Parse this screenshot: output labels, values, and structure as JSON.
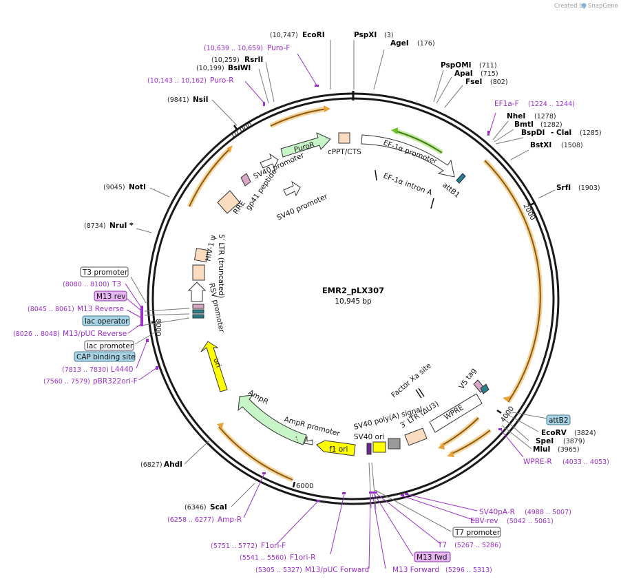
{
  "header": {
    "credit": "Created by",
    "brand": "SnapGene"
  },
  "plasmid": {
    "name": "EMR2_pLX307",
    "size": "10,945 bp"
  },
  "ticks": [
    "2000",
    "4000",
    "6000",
    "8000",
    "10,000"
  ],
  "sites": [
    {
      "id": "ecori-top",
      "name": "EcoRI",
      "pos": "(10,747)"
    },
    {
      "id": "pspxi",
      "name": "PspXI",
      "pos": "(3)"
    },
    {
      "id": "agei",
      "name": "AgeI",
      "pos": "(176)"
    },
    {
      "id": "pspomi",
      "name": "PspOMI",
      "pos": "(711)"
    },
    {
      "id": "apai",
      "name": "ApaI",
      "pos": "(715)"
    },
    {
      "id": "fsei",
      "name": "FseI",
      "pos": "(802)"
    },
    {
      "id": "nhei",
      "name": "NheI",
      "pos": "(1278)"
    },
    {
      "id": "bmti",
      "name": "BmtI",
      "pos": "(1282)"
    },
    {
      "id": "bspdi",
      "name": "BspDI",
      "extra": "- ClaI",
      "pos": "(1285)"
    },
    {
      "id": "bstxi",
      "name": "BstXI",
      "pos": "(1508)"
    },
    {
      "id": "srfi",
      "name": "SrfI",
      "pos": "(1903)"
    },
    {
      "id": "ecorv",
      "name": "EcoRV",
      "pos": "(3824)"
    },
    {
      "id": "spei",
      "name": "SpeI",
      "pos": "(3879)"
    },
    {
      "id": "mlui",
      "name": "MluI",
      "pos": "(3965)"
    },
    {
      "id": "scai",
      "name": "ScaI",
      "pos": "(6346)"
    },
    {
      "id": "ahdi",
      "name": "AhdI",
      "pos": "(6827)"
    },
    {
      "id": "nrui",
      "name": "NruI *",
      "pos": "(8734)"
    },
    {
      "id": "noti",
      "name": "NotI",
      "pos": "(9045)"
    },
    {
      "id": "nsii",
      "name": "NsiI",
      "pos": "(9841)"
    },
    {
      "id": "bsiwi",
      "name": "BsiWI",
      "pos": "(10,199)"
    },
    {
      "id": "rsrii",
      "name": "RsrII",
      "pos": "(10,259)"
    }
  ],
  "primers": [
    {
      "id": "puro-f",
      "name": "Puro-F",
      "pos": "(10,639 .. 10,659)"
    },
    {
      "id": "puro-r",
      "name": "Puro-R",
      "pos": "(10,143 .. 10,162)"
    },
    {
      "id": "ef1a-f",
      "name": "EF1a-F",
      "pos": "(1224 .. 1244)"
    },
    {
      "id": "wpre-r",
      "name": "WPRE-R",
      "pos": "(4033 .. 4053)"
    },
    {
      "id": "sv40pa-r",
      "name": "SV40pA-R",
      "pos": "(4988 .. 5007)"
    },
    {
      "id": "ebv-rev",
      "name": "EBV-rev",
      "pos": "(5042 .. 5061)"
    },
    {
      "id": "t7",
      "name": "T7",
      "pos": "(5267 .. 5286)"
    },
    {
      "id": "m13-forward",
      "name": "M13 Forward",
      "pos": "(5296 .. 5313)"
    },
    {
      "id": "m13puc-forward",
      "name": "M13/pUC Forward",
      "pos": "(5305 .. 5327)"
    },
    {
      "id": "f1ori-r",
      "name": "F1ori-R",
      "pos": "(5541 .. 5560)"
    },
    {
      "id": "f1ori-f",
      "name": "F1ori-F",
      "pos": "(5751 .. 5772)"
    },
    {
      "id": "amp-r",
      "name": "Amp-R",
      "pos": "(6258 .. 6277)"
    },
    {
      "id": "pbr322ori-f",
      "name": "pBR322ori-F",
      "pos": "(7560 .. 7579)"
    },
    {
      "id": "l4440",
      "name": "L4440",
      "pos": "(7813 .. 7830)"
    },
    {
      "id": "m13puc-reverse",
      "name": "M13/pUC Reverse",
      "pos": "(8026 .. 8048)"
    },
    {
      "id": "m13-reverse",
      "name": "M13 Reverse",
      "pos": "(8045 .. 8061)"
    },
    {
      "id": "t3",
      "name": "T3",
      "pos": "(8080 .. 8100)"
    }
  ],
  "boxes": {
    "attb2": "attB2",
    "t7promoter": "T7 promoter",
    "m13fwd": "M13 fwd",
    "t3promoter": "T3 promoter",
    "m13rev": "M13 rev",
    "lacoperator": "lac operator",
    "lacpromoter": "lac promoter",
    "cap": "CAP binding site"
  },
  "features": {
    "puror": "PuroR",
    "cppt": "cPPT/CTS",
    "ef1a_promoter": "EF-1α promoter",
    "sv40_promoter_1": "SV40 promoter",
    "sv40_promoter_2": "SV40 promoter",
    "ef1a_intron": "EF-1α intron A",
    "attb1": "attB1",
    "gp41": "gp41 peptide",
    "rre": "RRE",
    "hiv_psi": "HIV-1 ψ",
    "ltr5": "5′ LTR (truncated)",
    "rsv": "RSV promoter",
    "ori": "ori",
    "ampr": "AmpR",
    "ampr_promoter": "AmpR promoter",
    "f1ori": "f1 ori",
    "sv40ori": "SV40 ori",
    "sv40polya": "SV40 poly(A) signal",
    "ltr3": "3′ LTR (ΔU3)",
    "wpre": "WPRE",
    "factorxa": "Factor Xa site",
    "v5tag": "V5 tag"
  },
  "colors": {
    "backbone": "#1a1a1a",
    "orf": "#e8a23a",
    "orf_green": "#6bbf2a",
    "primer": "#9a2fc9",
    "promoter_fill": "#ffffff",
    "puro_fill": "#c8f5c8",
    "ori_fill": "#ffff00",
    "ltr_fill": "#fcdcc0",
    "gp41_fill": "#d8a8c8",
    "box_blue": "#a8d4e6",
    "box_purple": "#e6b6f2",
    "attb_fill": "#2e7d8c"
  }
}
